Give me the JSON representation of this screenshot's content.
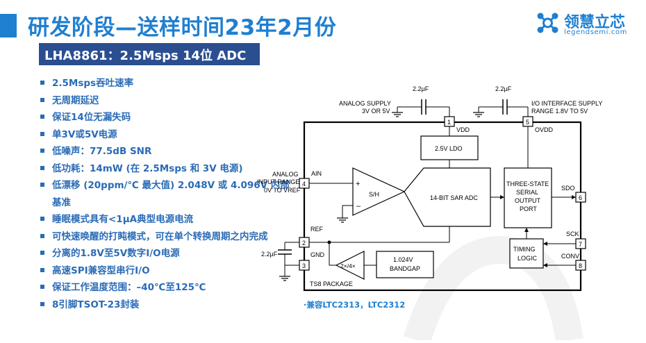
{
  "header": {
    "title": "研发阶段—送样时间23年2月份",
    "accent_color": "#1f7fd1"
  },
  "logo": {
    "name": "领慧立芯",
    "url": "legendsemi.com",
    "icon": "molecule-logo-icon"
  },
  "subtitle": "LHA8861：2.5Msps 14位 ADC",
  "features": [
    "2.5Msps吞吐速率",
    "无周期延迟",
    "保证14位无漏失码",
    "单3V或5V电源",
    "低噪声：77.5dB SNR",
    "低功耗：14mW (在 2.5Msps 和 3V 电源)",
    "低漂移 (20ppm/℃ 最大值) 2.048V 或 4.096V 内部基准",
    "睡眠模式具有<1μA典型电源电流",
    "可快速唤醒的打盹模式，可在单个转换周期之内完成",
    "分离的1.8V至5V数字I/O电源",
    "高速SPI兼容型串行I/O",
    "保证工作温度范围：–40℃至125℃",
    "8引脚TSOT-23封装"
  ],
  "diagram": {
    "cap_left": "2.2µF",
    "cap_right": "2.2µF",
    "analog_supply_1": "ANALOG SUPPLY",
    "analog_supply_2": "3V OR 5V",
    "io_supply_1": "I/O INTERFACE SUPPLY",
    "io_supply_2": "RANGE 1.8V TO 5V",
    "pin1": "1",
    "pin2": "2",
    "pin3": "3",
    "pin4": "4",
    "pin5": "5",
    "pin6": "6",
    "pin7": "7",
    "pin8": "8",
    "vdd": "VDD",
    "ovdd": "OVDD",
    "ldo": "2.5V LDO",
    "ain": "AIN",
    "analog_in_1": "ANALOG",
    "analog_in_2": "INPUT RANGE",
    "analog_in_3": "0V TO VREF",
    "plus": "+",
    "minus": "–",
    "sh": "S/H",
    "sar": "14-BIT SAR ADC",
    "serial_1": "THREE-STATE",
    "serial_2": "SERIAL",
    "serial_3": "OUTPUT",
    "serial_4": "PORT",
    "sdo": "SDO",
    "sck": "SCK",
    "conv": "CONV",
    "timing_1": "TIMING",
    "timing_2": "LOGIC",
    "ref": "REF",
    "gnd": "GND",
    "cap_ref": "2.2µF",
    "gain": "2×/4×",
    "bandgap_1": "1.024V",
    "bandgap_2": "BANDGAP",
    "package": "TS8 PACKAGE"
  },
  "compat_note": "·兼容LTC2313，LTC2312"
}
